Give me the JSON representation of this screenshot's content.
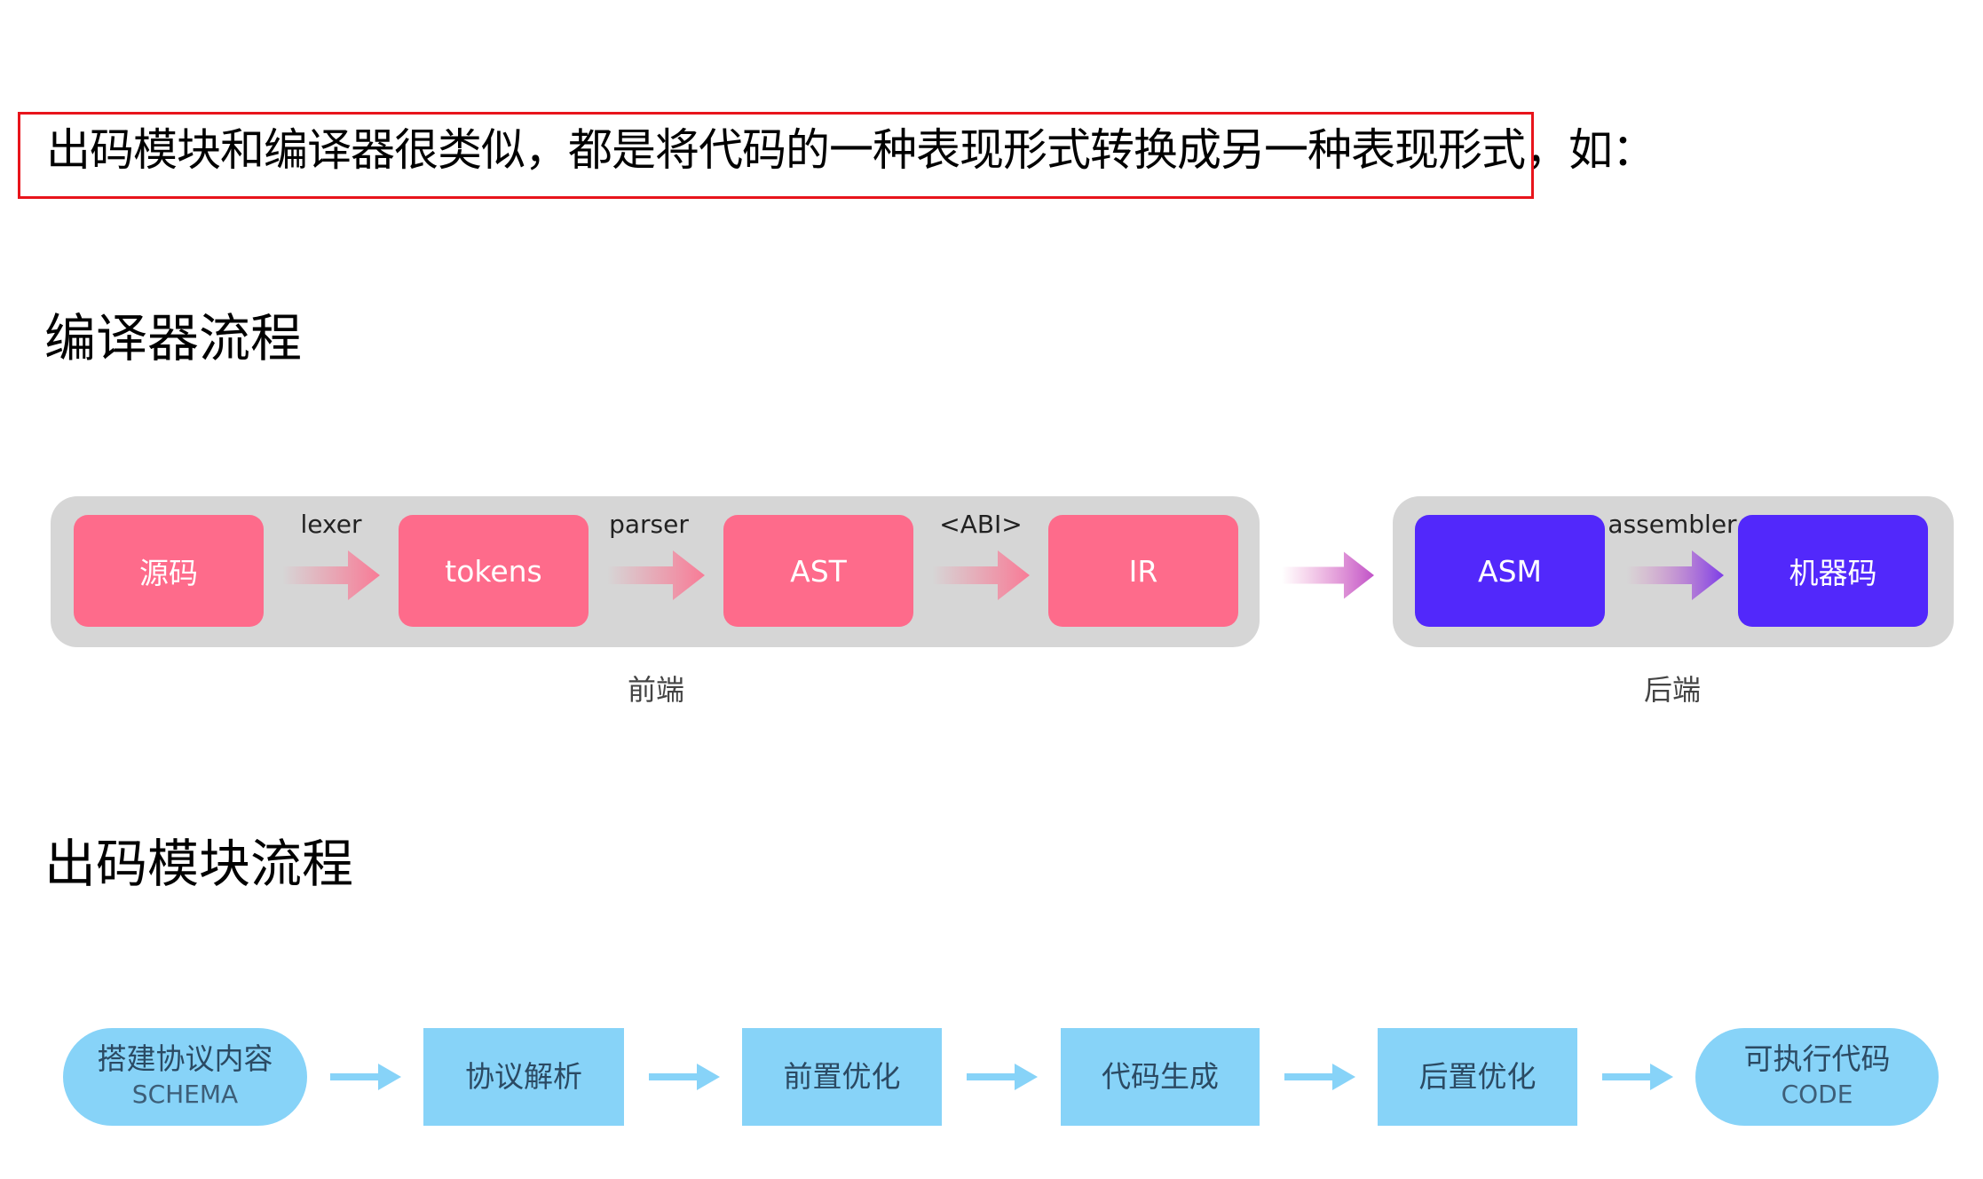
{
  "intro": {
    "highlighted_text": "出码模块和编译器很类似，都是将代码的一种表现形式转换成另一种表现形式，如：",
    "highlight_color": "#e8141b"
  },
  "headings": {
    "compiler_flow": "编译器流程",
    "codegen_flow": "出码模块流程"
  },
  "compiler": {
    "frontend": {
      "label": "前端",
      "nodes": [
        "源码",
        "tokens",
        "AST",
        "IR"
      ],
      "edges": [
        "lexer",
        "parser",
        "<ABI>"
      ],
      "color": "#fe6b8b"
    },
    "backend": {
      "label": "后端",
      "nodes": [
        "ASM",
        "机器码"
      ],
      "edges": [
        "assembler"
      ],
      "color": "#5228fb"
    },
    "panel_color": "#d6d6d6"
  },
  "codegen": {
    "steps": [
      {
        "title": "搭建协议内容",
        "subtitle": "SCHEMA",
        "shape": "stadium"
      },
      {
        "title": "协议解析",
        "shape": "rect"
      },
      {
        "title": "前置优化",
        "shape": "rect"
      },
      {
        "title": "代码生成",
        "shape": "rect"
      },
      {
        "title": "后置优化",
        "shape": "rect"
      },
      {
        "title": "可执行代码",
        "subtitle": "CODE",
        "shape": "stadium"
      }
    ],
    "color": "#87d3f8"
  }
}
